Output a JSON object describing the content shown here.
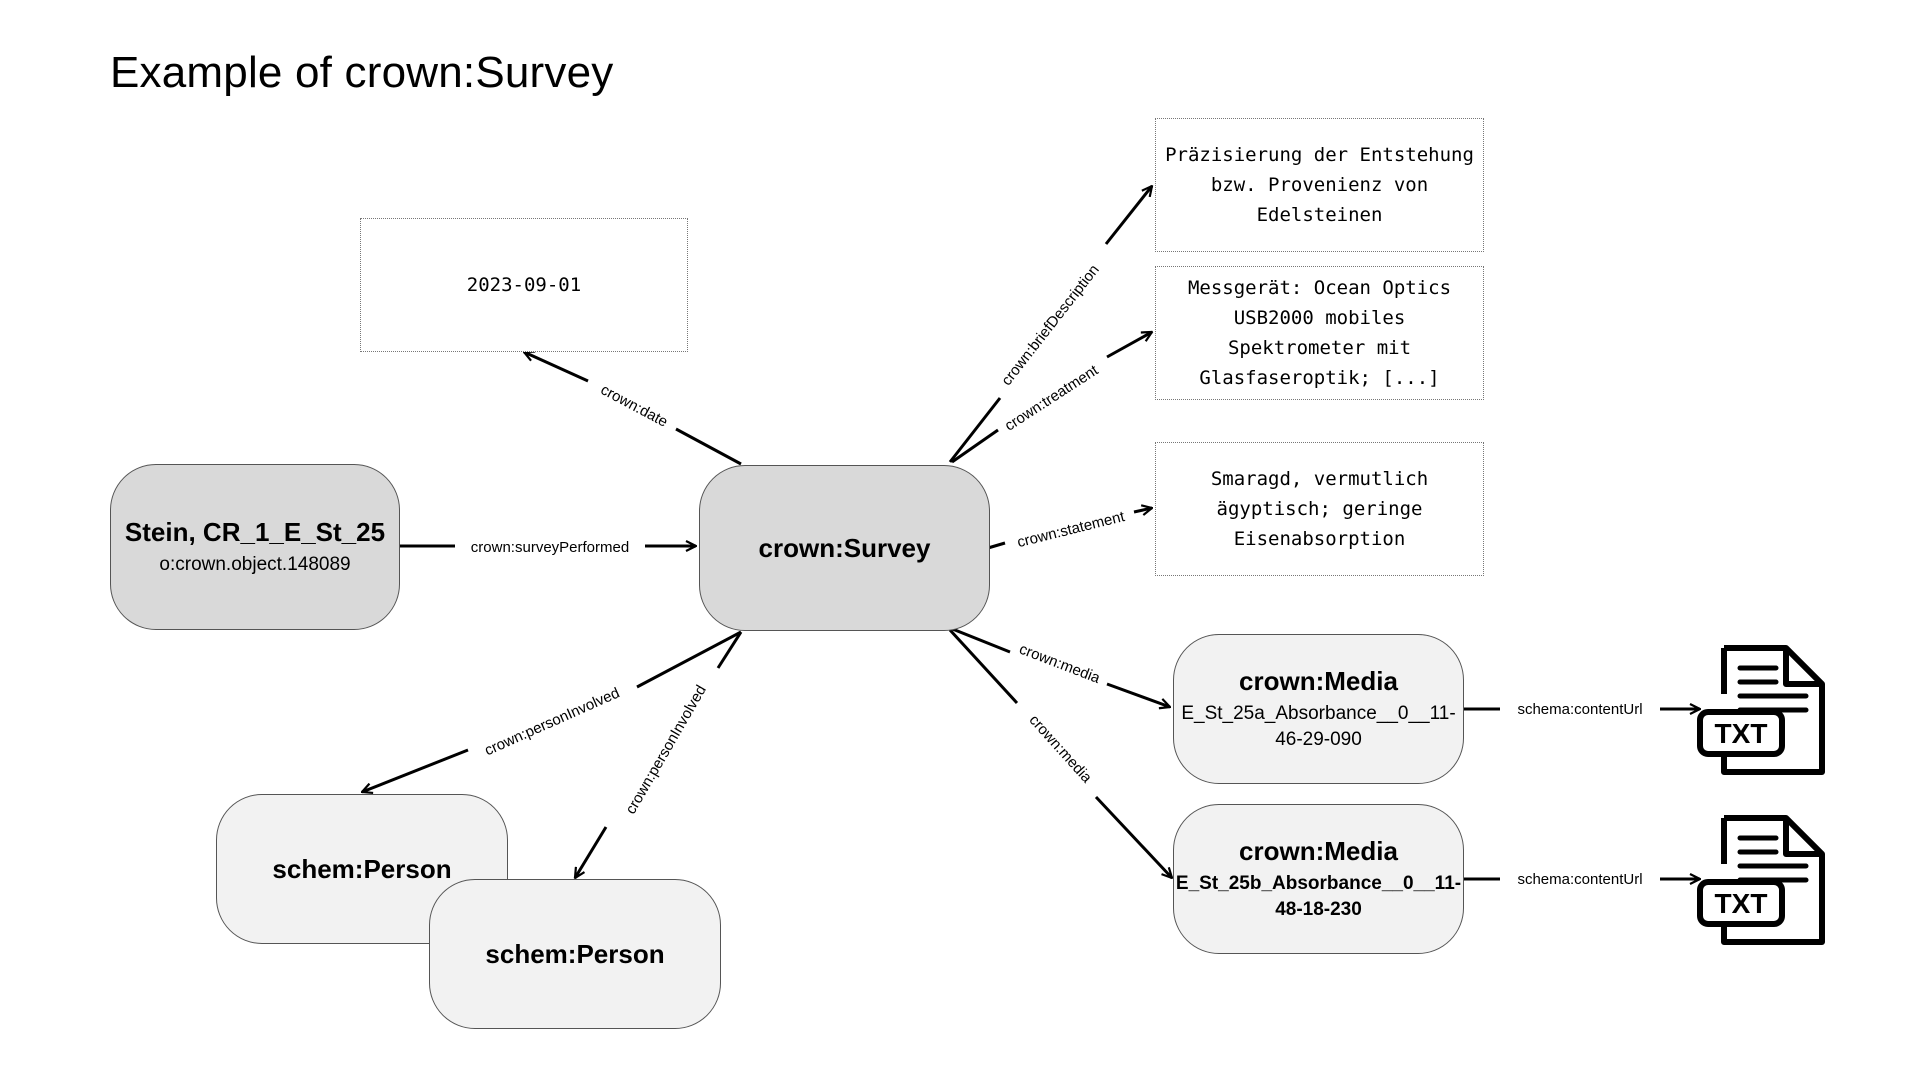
{
  "title": "Example of crown:Survey",
  "nodes": {
    "object": {
      "title": "Stein, CR_1_E_St_25",
      "sub": "o:crown.object.148089"
    },
    "survey": {
      "title": "crown:Survey"
    },
    "person1": {
      "title": "schem:Person"
    },
    "person2": {
      "title": "schem:Person"
    },
    "media1": {
      "title": "crown:Media",
      "sub": "E_St_25a_Absorbance__0__11-46-29-090"
    },
    "media2": {
      "title": "crown:Media",
      "sub": "E_St_25b_Absorbance__0__11-48-18-230"
    }
  },
  "literals": {
    "date": "2023-09-01",
    "description": "Präzisierung der Entstehung bzw. Provenienz von Edelsteinen",
    "treatment": "Messgerät: Ocean Optics USB2000 mobiles Spektrometer mit Glasfaseroptik; [...]",
    "statement": "Smaragd, vermutlich ägyptisch; geringe Eisenabsorption"
  },
  "edges": {
    "surveyPerformed": "crown:surveyPerformed",
    "date": "crown:date",
    "briefDescription": "crown:briefDescription",
    "treatment": "crown:treatment",
    "statement": "crown:statement",
    "media1": "crown:media",
    "media2": "crown:media",
    "person1": "crown:personInvolved",
    "person2": "crown:personInvolved",
    "contentUrl1": "schema:contentUrl",
    "contentUrl2": "schema:contentUrl"
  },
  "icons": {
    "file1": "txt-file-icon",
    "file2": "txt-file-icon",
    "file_label": "TXT"
  }
}
